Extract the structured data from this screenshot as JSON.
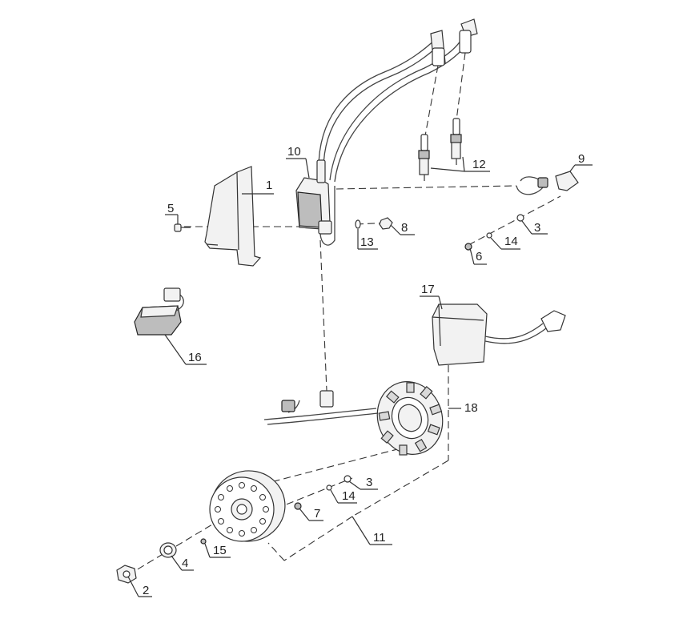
{
  "callouts": {
    "c1": "1",
    "c2": "2",
    "c3a": "3",
    "c3b": "3",
    "c4": "4",
    "c5": "5",
    "c6": "6",
    "c7": "7",
    "c8": "8",
    "c9": "9",
    "c10": "10",
    "c11": "11",
    "c12": "12",
    "c13": "13",
    "c14a": "14",
    "c14b": "14",
    "c15": "15",
    "c16": "16",
    "c17": "17",
    "c18": "18"
  },
  "parts": {
    "bracket": "mounting-bracket",
    "ignition_coil": "ignition-coil",
    "spark_plugs": "spark-plugs",
    "connector": "wire-connector",
    "regulator": "voltage-regulator",
    "cdi_unit": "cdi-unit",
    "stator": "stator",
    "flywheel": "flywheel-rotor",
    "nut": "hex-nut",
    "washer": "washer"
  }
}
